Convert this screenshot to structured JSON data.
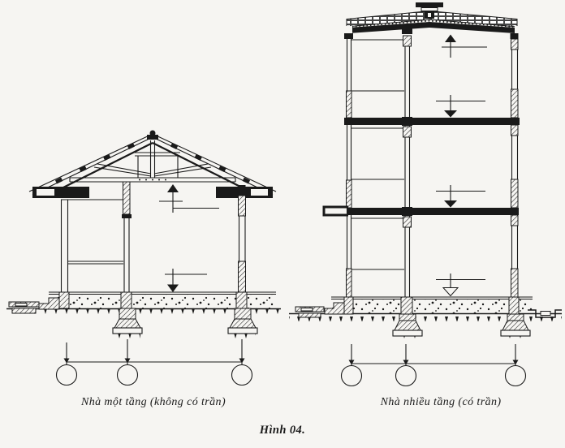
{
  "figure": {
    "left_caption": "Nhà một tầng (không có trần)",
    "right_caption": "Nhà nhiều tầng (có trần)",
    "label": "Hình 04."
  },
  "style": {
    "background": "#f6f5f2",
    "ink": "#1a1a1a"
  }
}
